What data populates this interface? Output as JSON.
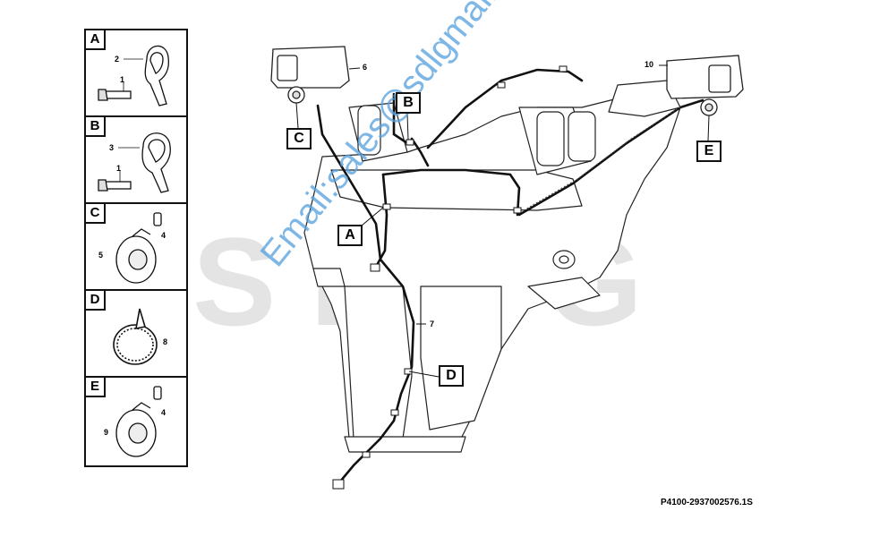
{
  "legend": {
    "cells": [
      {
        "letter": "A",
        "labels": [
          "2",
          "1"
        ]
      },
      {
        "letter": "B",
        "labels": [
          "3",
          "1"
        ]
      },
      {
        "letter": "C",
        "labels": [
          "4",
          "5"
        ]
      },
      {
        "letter": "D",
        "labels": [
          "8"
        ]
      },
      {
        "letter": "E",
        "labels": [
          "4",
          "9"
        ]
      }
    ]
  },
  "watermark": {
    "brand": "SDLG",
    "email": "Email:sales@sdlgmail.com"
  },
  "callouts": {
    "a": "A",
    "b": "B",
    "c": "C",
    "d": "D",
    "e": "E"
  },
  "part_labels": {
    "left_lamp": "6",
    "right_lamp": "10",
    "harness": "7"
  },
  "reference_code": "P4100-2937002576.1S"
}
